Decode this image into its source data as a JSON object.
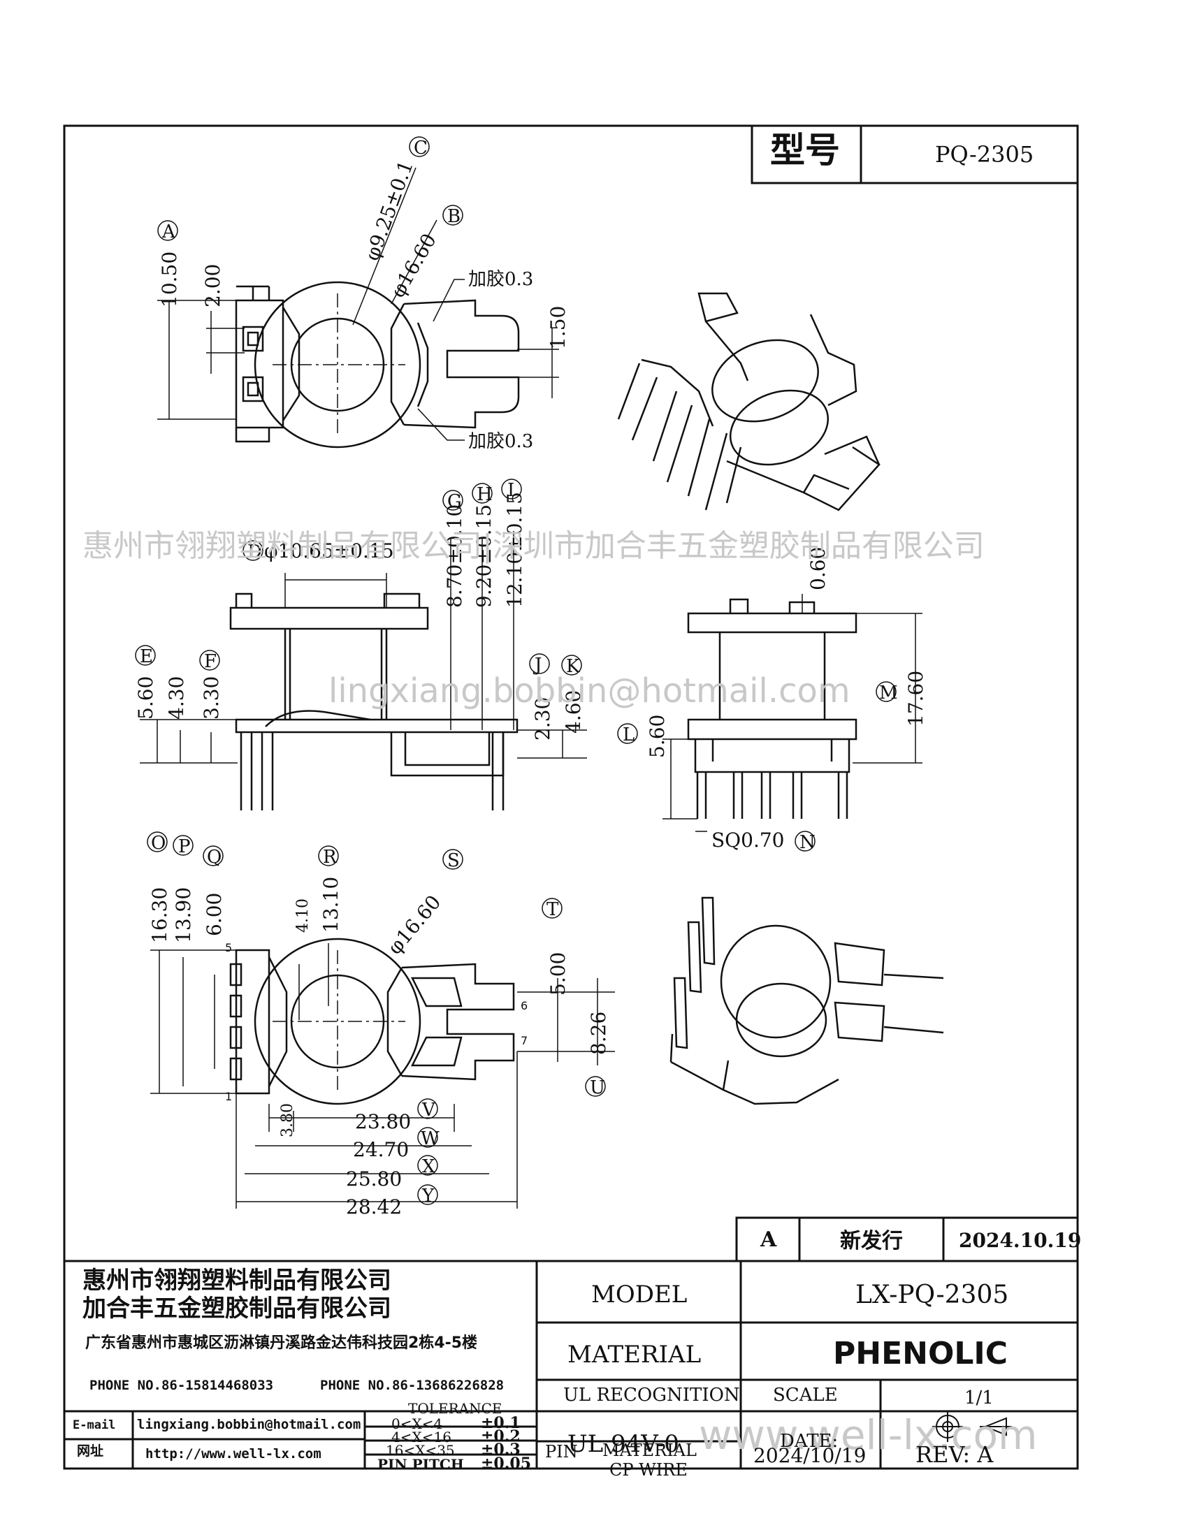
{
  "header": {
    "type_label": "型号",
    "type_value": "PQ-2305"
  },
  "watermarks": {
    "companies": "惠州市翎翔塑料制品有限公司|深圳市加合丰五金塑胶制品有限公司",
    "email": "lingxiang.bobbin@hotmail.com",
    "website": "www.well-lx.com"
  },
  "view_top": {
    "labels": [
      "A",
      "B",
      "C"
    ],
    "dims": {
      "a": "10.50",
      "b": "2.00",
      "c": "φ9.25±0.1",
      "d": "φ16.60",
      "e": "1.50"
    },
    "notes": [
      "加胶0.3",
      "加胶0.3"
    ]
  },
  "view_front": {
    "labels": [
      "D",
      "E",
      "F",
      "G",
      "H",
      "I",
      "J",
      "K"
    ],
    "dims": {
      "d": "φ10.65±0.15",
      "e": "5.60",
      "f": "4.30",
      "g": "3.30",
      "h": "8.70±0.10",
      "i": "9.20±0.15",
      "j": "12.10±0.15",
      "k": "2.30",
      "l": "4.60"
    }
  },
  "view_side": {
    "labels": [
      "L",
      "M",
      "N"
    ],
    "dims": {
      "a": "0.60",
      "b": "17.60",
      "c": "5.60",
      "d": "SQ0.70"
    }
  },
  "view_bottom": {
    "labels": [
      "O",
      "P",
      "Q",
      "R",
      "S",
      "T",
      "U",
      "V",
      "W",
      "X",
      "Y"
    ],
    "dims": {
      "o": "16.30",
      "p": "13.90",
      "q": "6.00",
      "r1": "4.10",
      "r": "13.10",
      "s": "φ16.60",
      "t": "5.00",
      "u": "8.26",
      "g": "3.80",
      "v": "23.80",
      "w": "24.70",
      "x": "25.80",
      "y": "28.42"
    },
    "pins": [
      "5",
      "1",
      "6",
      "7"
    ]
  },
  "revision": {
    "rev": "A",
    "desc": "新发行",
    "date": "2024.10.19"
  },
  "company": {
    "name1": "惠州市翎翔塑料制品有限公司",
    "name2": "加合丰五金塑胶制品有限公司",
    "address": "广东省惠州市惠城区沥淋镇丹溪路金达伟科技园2栋4-5楼",
    "phone1": "PHONE NO.86-15814468033",
    "phone2": "PHONE NO.86-13686226828",
    "email_label": "E-mail",
    "email": "lingxiang.bobbin@hotmail.com",
    "web_label": "网址",
    "web": "http://www.well-lx.com"
  },
  "tolerance": {
    "title": "TOLERANCE",
    "rows": [
      {
        "range": "0<X<4",
        "val": "±0.1"
      },
      {
        "range": "4<X<16",
        "val": "±0.2"
      },
      {
        "range": "16<X<35",
        "val": "±0.3"
      },
      {
        "range": "PIN PITCH",
        "val": "±0.05"
      }
    ]
  },
  "titleblock": {
    "model_label": "MODEL",
    "model": "LX-PQ-2305",
    "material_label": "MATERIAL",
    "material": "PHENOLIC",
    "ul_label": "UL RECOGNITION",
    "scale_label": "SCALE",
    "scale": "1/1",
    "ul": "UL 94V-0",
    "date_label": "DATE:",
    "pin_label": "PIN",
    "pin_material_label": "MATERIAL",
    "pin_material": "CP WIRE",
    "date": "2024/10/19",
    "rev": "REV: A"
  }
}
